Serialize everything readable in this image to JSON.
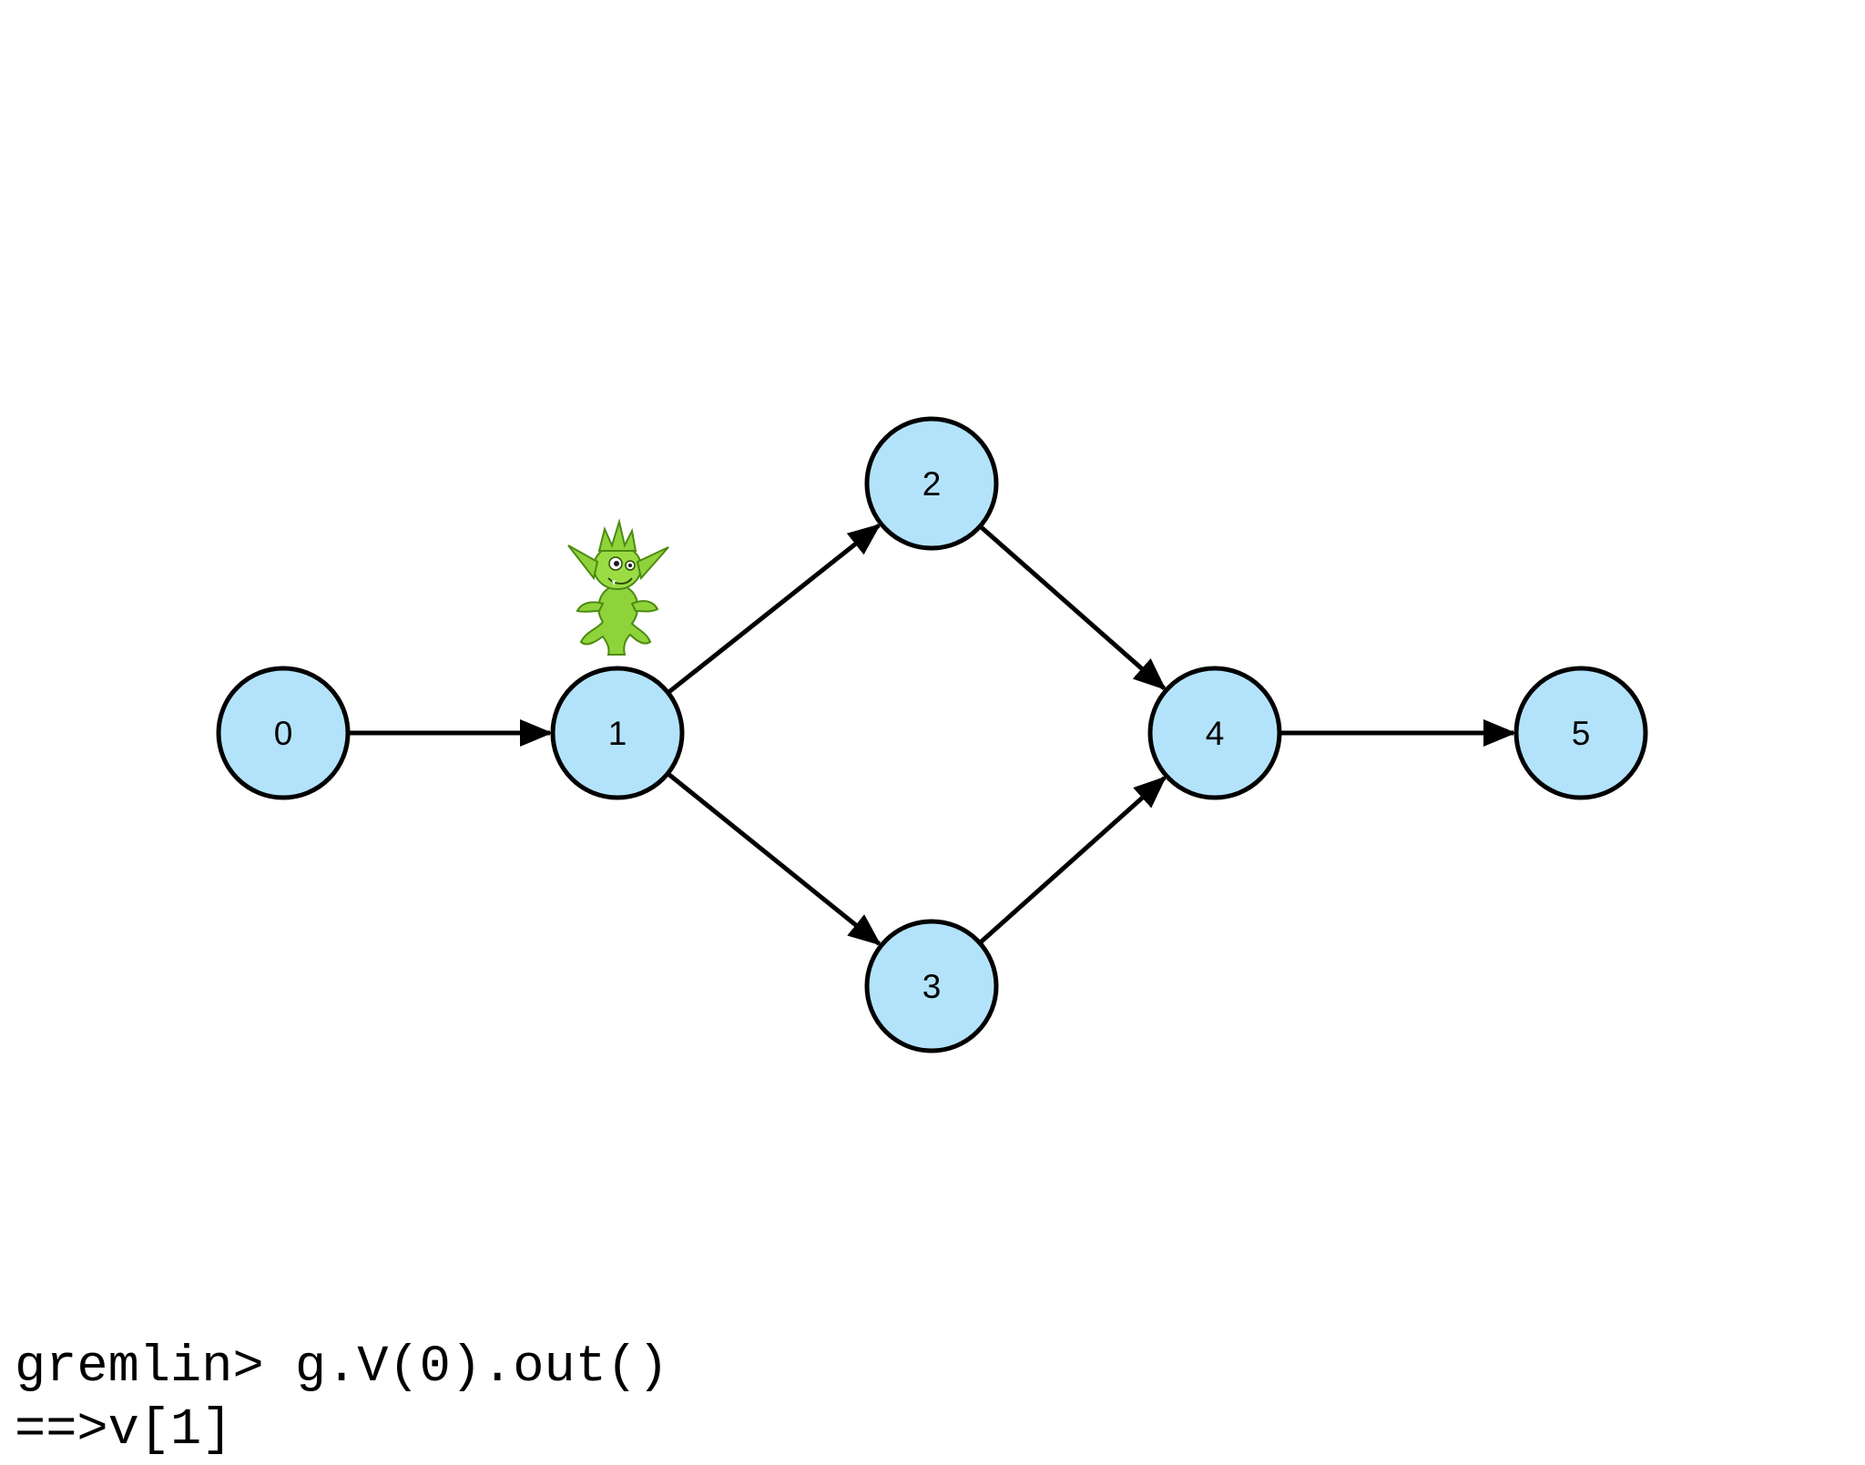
{
  "graph": {
    "vertices": [
      {
        "id": "v0",
        "label": "0"
      },
      {
        "id": "v1",
        "label": "1"
      },
      {
        "id": "v2",
        "label": "2"
      },
      {
        "id": "v3",
        "label": "3"
      },
      {
        "id": "v4",
        "label": "4"
      },
      {
        "id": "v5",
        "label": "5"
      }
    ],
    "edges": [
      {
        "from": "v0",
        "to": "v1"
      },
      {
        "from": "v1",
        "to": "v2"
      },
      {
        "from": "v1",
        "to": "v3"
      },
      {
        "from": "v2",
        "to": "v4"
      },
      {
        "from": "v3",
        "to": "v4"
      },
      {
        "from": "v4",
        "to": "v5"
      }
    ],
    "current_vertex": "v1",
    "node_fill": "#b3e3fb",
    "node_stroke": "#000000",
    "edge_color": "#000000",
    "mascot_color": "#8fd33a",
    "mascot_icon": "gremlin-mascot-icon"
  },
  "console": {
    "command_line": "gremlin> g.V(0).out()",
    "result_line": "==>v[1]"
  }
}
